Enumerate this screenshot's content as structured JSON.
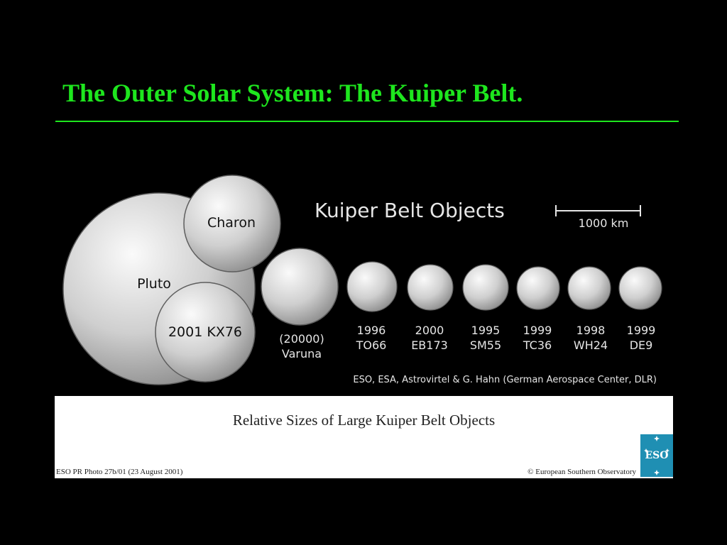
{
  "slide": {
    "title": "The Outer Solar System: The Kuiper Belt."
  },
  "figure": {
    "heading": "Kuiper Belt Objects",
    "scale_label": "1000 km",
    "credit": "ESO, ESA, Astrovirtel & G. Hahn (German Aerospace Center, DLR)",
    "caption": "Relative Sizes of Large Kuiper Belt Objects",
    "photo_id": "ESO PR Photo 27b/01 (23 August 2001)",
    "copyright": "© European Southern Observatory",
    "logo_text": "ESO",
    "objects": [
      {
        "label": "Pluto"
      },
      {
        "label": "Charon"
      },
      {
        "label": "2001 KX76"
      },
      {
        "line1": "(20000)",
        "line2": "Varuna"
      },
      {
        "line1": "1996",
        "line2": "TO66"
      },
      {
        "line1": "2000",
        "line2": "EB173"
      },
      {
        "line1": "1995",
        "line2": "SM55"
      },
      {
        "line1": "1999",
        "line2": "TC36"
      },
      {
        "line1": "1998",
        "line2": "WH24"
      },
      {
        "line1": "1999",
        "line2": "DE9"
      }
    ]
  }
}
